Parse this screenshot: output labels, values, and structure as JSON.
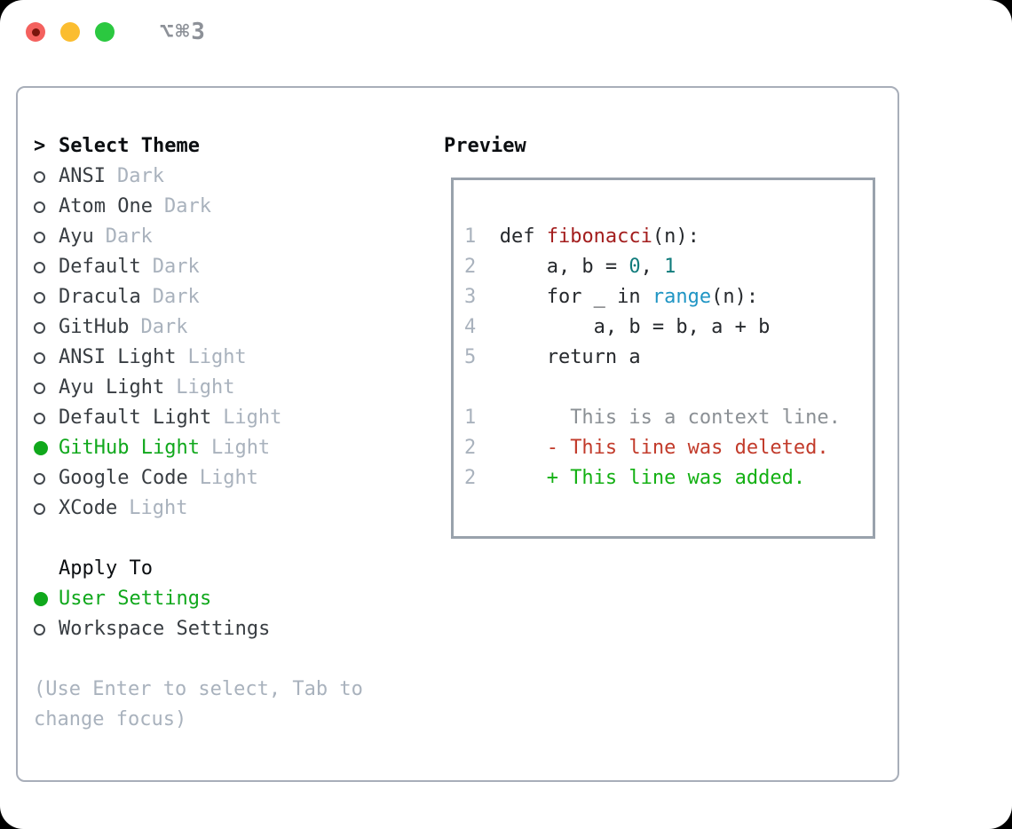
{
  "window": {
    "title": "⌥⌘3",
    "traffic_lights": [
      {
        "name": "close",
        "color": "#f4615e",
        "has_edit_dot": true,
        "dot_color": "#7a150d"
      },
      {
        "name": "minimize",
        "color": "#fbbd30",
        "has_edit_dot": false
      },
      {
        "name": "zoom",
        "color": "#2bc840",
        "has_edit_dot": false
      }
    ]
  },
  "panel": {
    "prompt": ">",
    "title": "Select Theme",
    "themes": [
      {
        "name": "ANSI",
        "variant": "Dark",
        "selected": false
      },
      {
        "name": "Atom One",
        "variant": "Dark",
        "selected": false
      },
      {
        "name": "Ayu",
        "variant": "Dark",
        "selected": false
      },
      {
        "name": "Default",
        "variant": "Dark",
        "selected": false
      },
      {
        "name": "Dracula",
        "variant": "Dark",
        "selected": false
      },
      {
        "name": "GitHub",
        "variant": "Dark",
        "selected": false
      },
      {
        "name": "ANSI Light",
        "variant": "Light",
        "selected": false
      },
      {
        "name": "Ayu Light",
        "variant": "Light",
        "selected": false
      },
      {
        "name": "Default Light",
        "variant": "Light",
        "selected": false
      },
      {
        "name": "GitHub Light",
        "variant": "Light",
        "selected": true
      },
      {
        "name": "Google Code",
        "variant": "Light",
        "selected": false
      },
      {
        "name": "XCode",
        "variant": "Light",
        "selected": false
      }
    ],
    "apply_to": {
      "title": "Apply To",
      "options": [
        {
          "name": "User Settings",
          "selected": true
        },
        {
          "name": "Workspace Settings",
          "selected": false
        }
      ]
    },
    "help": "(Use Enter to select, Tab to change focus)"
  },
  "preview": {
    "title": "Preview",
    "lines": [
      {
        "num": "1",
        "tokens": [
          [
            "def ",
            "code"
          ],
          [
            "fibonacci",
            "func"
          ],
          [
            "(n):",
            "code"
          ]
        ]
      },
      {
        "num": "2",
        "tokens": [
          [
            "    a, b = ",
            "code"
          ],
          [
            "0",
            "number"
          ],
          [
            ", ",
            "code"
          ],
          [
            "1",
            "number"
          ]
        ]
      },
      {
        "num": "3",
        "tokens": [
          [
            "    for _ in ",
            "code"
          ],
          [
            "range",
            "builtin"
          ],
          [
            "(n):",
            "code"
          ]
        ]
      },
      {
        "num": "4",
        "tokens": [
          [
            "        a, b = b, a + b",
            "code"
          ]
        ]
      },
      {
        "num": "5",
        "tokens": [
          [
            "    return a",
            "code"
          ]
        ]
      },
      {
        "num": "",
        "tokens": []
      },
      {
        "num": "1",
        "tokens": [
          [
            "      This is a context line.",
            "context"
          ]
        ]
      },
      {
        "num": "2",
        "tokens": [
          [
            "    - This line was deleted.",
            "deleted"
          ]
        ]
      },
      {
        "num": "2",
        "tokens": [
          [
            "    + This line was added.",
            "added"
          ]
        ]
      }
    ]
  },
  "icons": {
    "radio_unselected": "circle-outline",
    "radio_selected": "circle-filled-green",
    "close_edit_dot": "small-dark-dot"
  },
  "colors": {
    "selected_green": "#10a81c",
    "added_green": "#13b013",
    "deleted_red": "#c23b2b",
    "function_red": "#a31d1d",
    "number_teal": "#117c7c",
    "builtin_blue": "#1f95c4",
    "code_text": "#26292d",
    "context_gray": "#8b9095",
    "muted_gray": "#a9b2bd",
    "item_text": "#383d42",
    "header_text": "#0b0e11",
    "panel_border": "#a8aeb9",
    "preview_border": "#99a2ac"
  }
}
